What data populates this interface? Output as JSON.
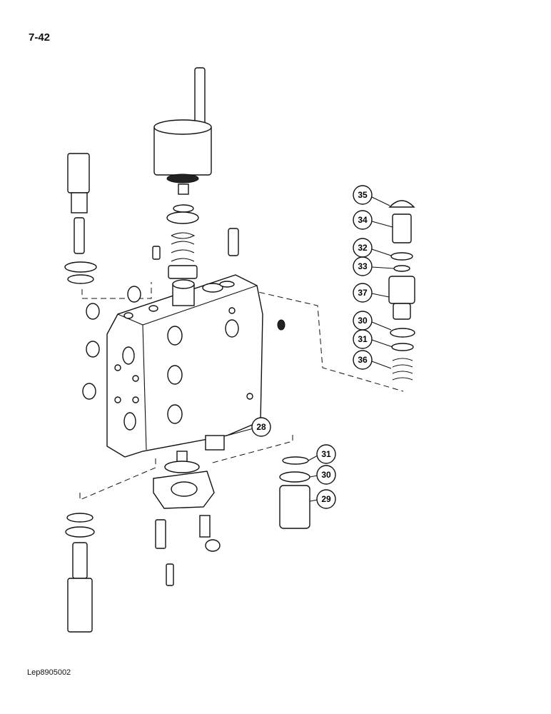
{
  "page": {
    "number": "7-42",
    "reference": "Lep8905002"
  },
  "callouts": {
    "c35": "35",
    "c34": "34",
    "c32": "32",
    "c33": "33",
    "c37": "37",
    "c30a": "30",
    "c31a": "31",
    "c36": "36",
    "c28": "28",
    "c31b": "31",
    "c30b": "30",
    "c29": "29"
  },
  "colors": {
    "line": "#111111",
    "background": "#ffffff"
  }
}
